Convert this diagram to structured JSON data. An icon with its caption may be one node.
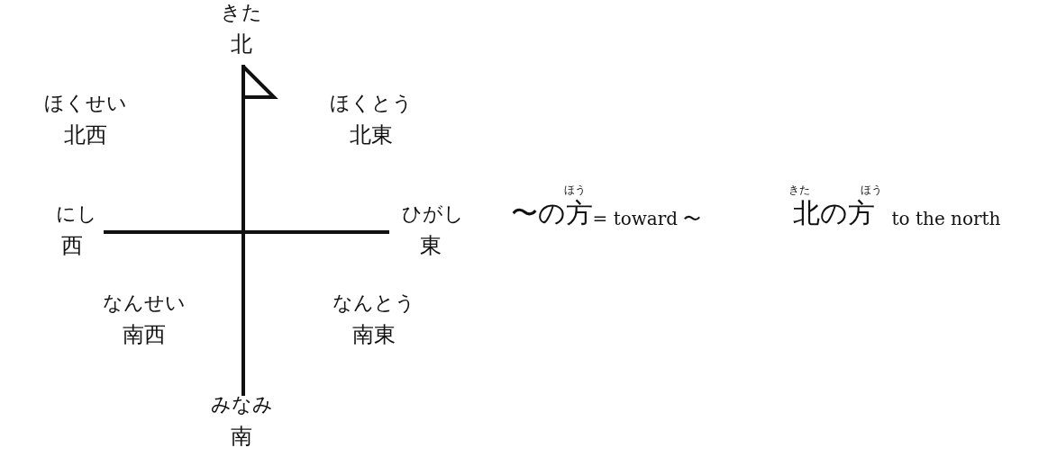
{
  "diagram": {
    "labels": [
      "きた",
      "北",
      "ほくせい",
      "北西",
      "ほくとう",
      "北東",
      "にし",
      "西",
      "ひがし",
      "東",
      "ほう",
      "〜の方",
      "= toward 〜",
      "きた",
      "ほう",
      "北の方",
      "to the north",
      "なんせい",
      "南西",
      "なんとう",
      "南東",
      "みなみ",
      "南"
    ]
  }
}
